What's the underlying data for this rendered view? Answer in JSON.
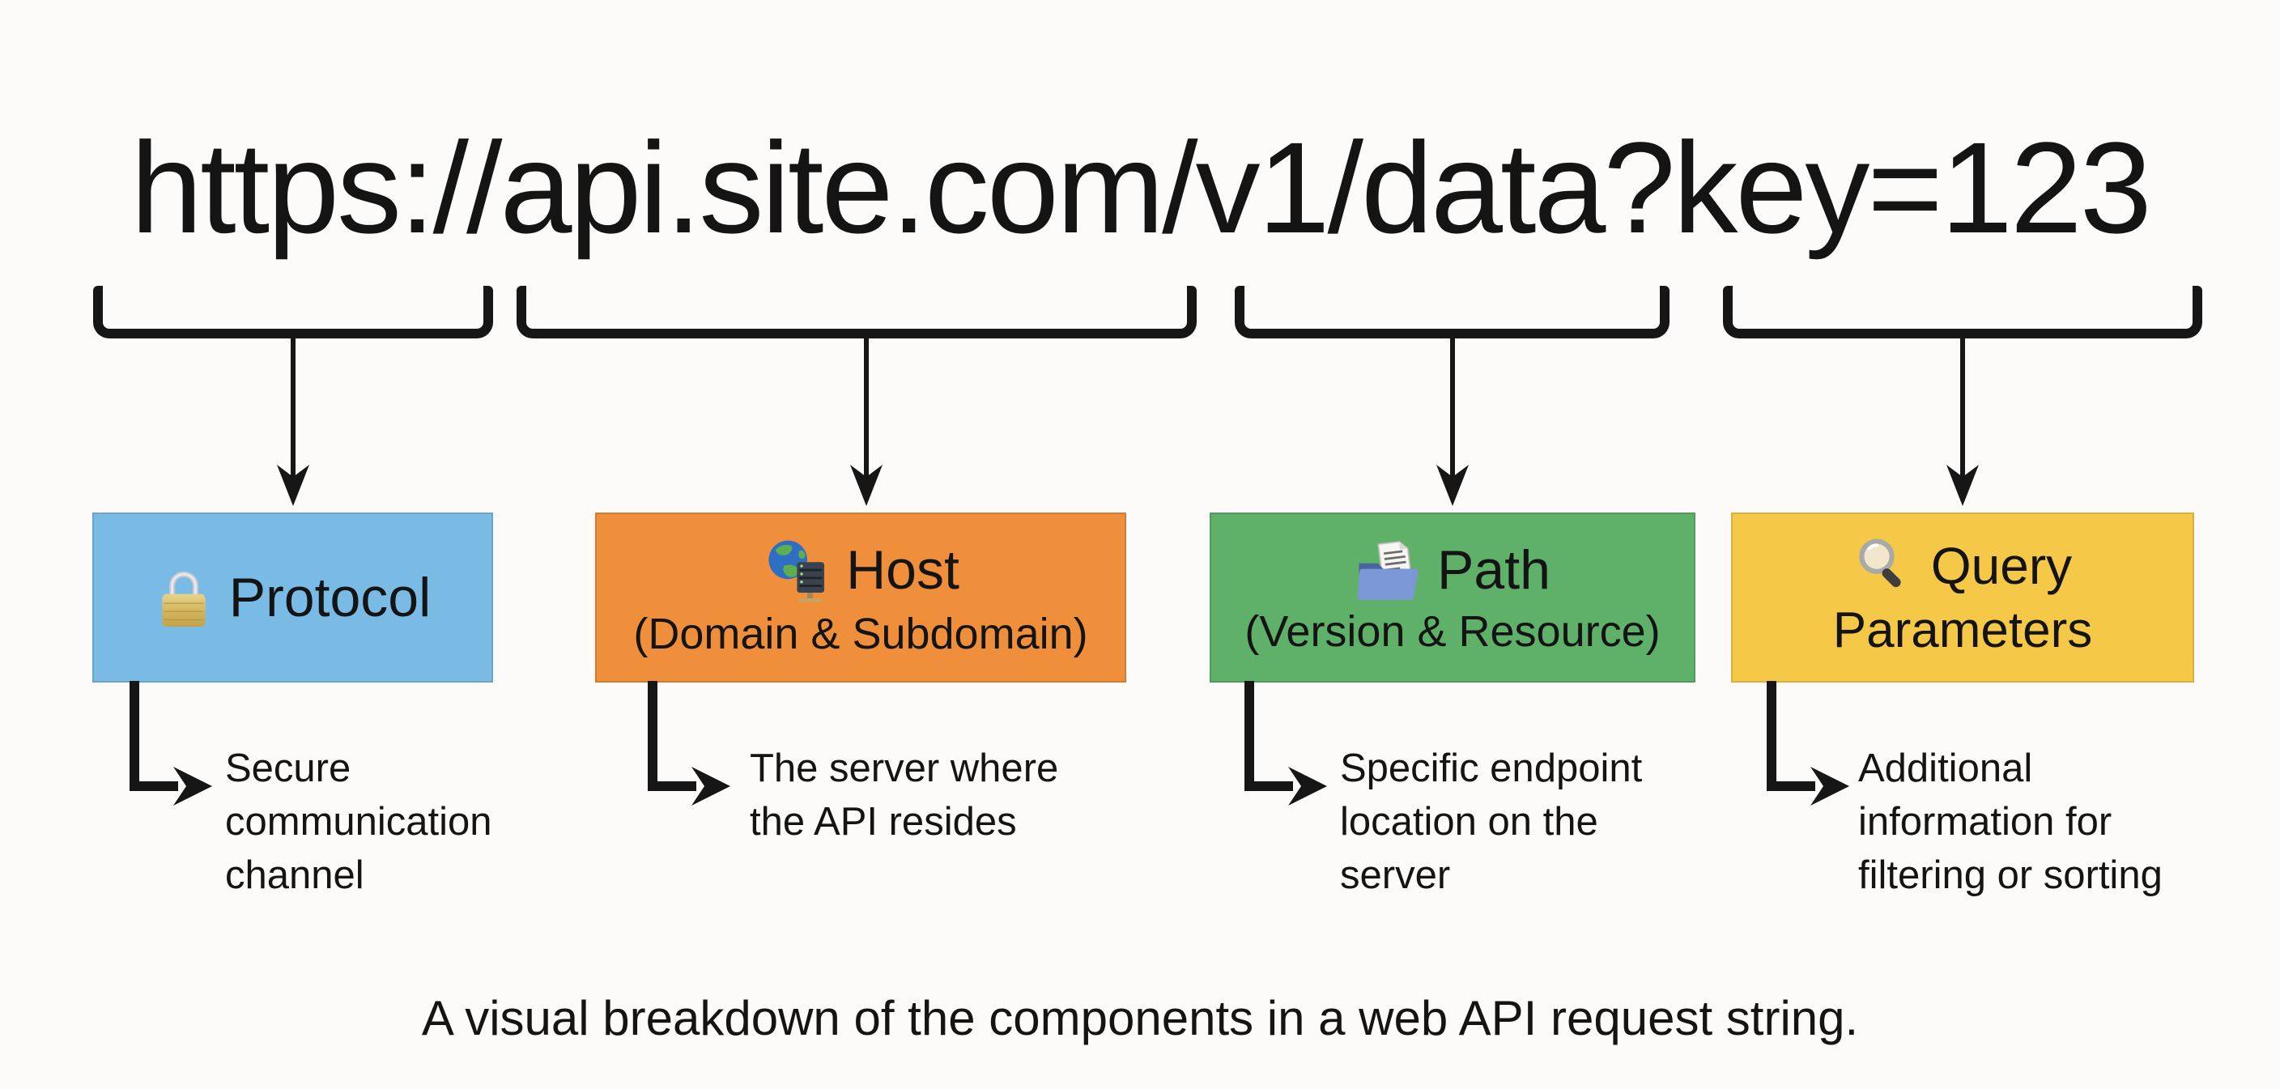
{
  "background_color": "#FCFBF9",
  "line_color": "#161616",
  "url": "https://api.site.com/v1/data?key=123",
  "boxes": [
    {
      "label": "Protocol",
      "sublabel": "",
      "icon": "lock-icon",
      "bg": "#79BBE5"
    },
    {
      "label": "Host",
      "sublabel": "(Domain & Subdomain)",
      "icon": "globe-server-icon",
      "bg": "#EF8E3B"
    },
    {
      "label": "Path",
      "sublabel": "(Version & Resource)",
      "icon": "folder-document-icon",
      "bg": "#5FB069"
    },
    {
      "label": "Query",
      "sublabel": "Parameters",
      "icon": "magnifier-icon",
      "bg": "#F5C947"
    }
  ],
  "descriptions": [
    {
      "lines": [
        "Secure",
        "communication",
        "channel"
      ]
    },
    {
      "lines": [
        "The server where",
        "the API resides"
      ]
    },
    {
      "lines": [
        "Specific endpoint",
        "location on the",
        "server"
      ]
    },
    {
      "lines": [
        "Additional",
        "information for",
        "filtering or sorting"
      ]
    }
  ],
  "caption": "A visual breakdown of the components in a web API request string."
}
